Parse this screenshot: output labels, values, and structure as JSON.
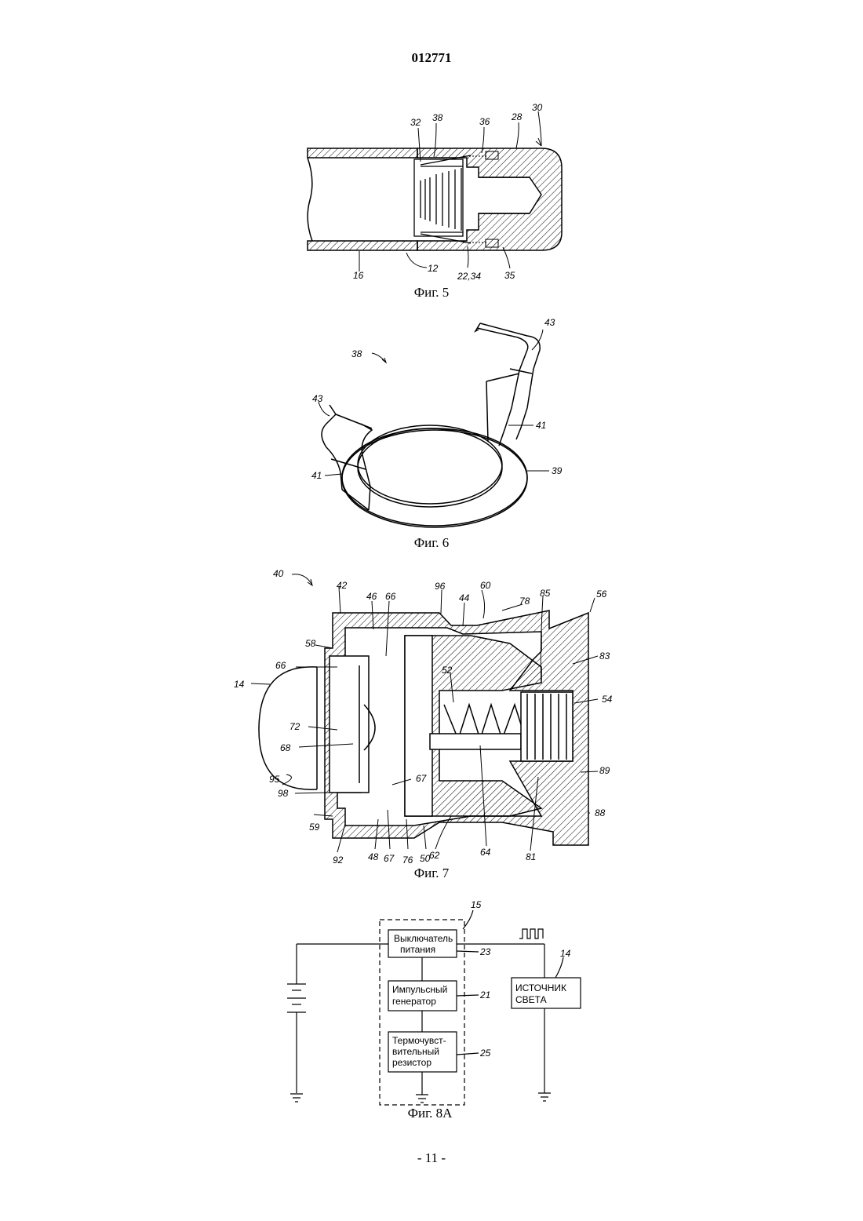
{
  "header": {
    "doc_number": "012771"
  },
  "footer": {
    "page_number": "- 11 -"
  },
  "fig5": {
    "caption": "Фиг. 5",
    "refs": [
      "32",
      "38",
      "36",
      "28",
      "30",
      "16",
      "12",
      "22,34",
      "35"
    ]
  },
  "fig6": {
    "caption": "Фиг. 6",
    "refs": [
      "38",
      "43",
      "43",
      "41",
      "41",
      "39"
    ]
  },
  "fig7": {
    "caption": "Фиг. 7",
    "refs": [
      "40",
      "42",
      "46",
      "66",
      "96",
      "44",
      "60",
      "78",
      "85",
      "56",
      "58",
      "83",
      "66",
      "52",
      "54",
      "14",
      "72",
      "68",
      "89",
      "95",
      "98",
      "67",
      "88",
      "59",
      "92",
      "48",
      "67",
      "76",
      "50",
      "62",
      "64",
      "81"
    ]
  },
  "fig8a": {
    "caption": "Фиг. 8A",
    "blocks": {
      "switch_line1": "Выключатель",
      "switch_line2": "питания",
      "pulse_line1": "Импульсный",
      "pulse_line2": "генератор",
      "thermo_line1": "Термочувст-",
      "thermo_line2": "вительный",
      "thermo_line3": "резистор",
      "light_line1": "ИСТОЧНИК",
      "light_line2": "СВЕТА"
    },
    "refs": [
      "15",
      "23",
      "21",
      "25",
      "14"
    ]
  }
}
